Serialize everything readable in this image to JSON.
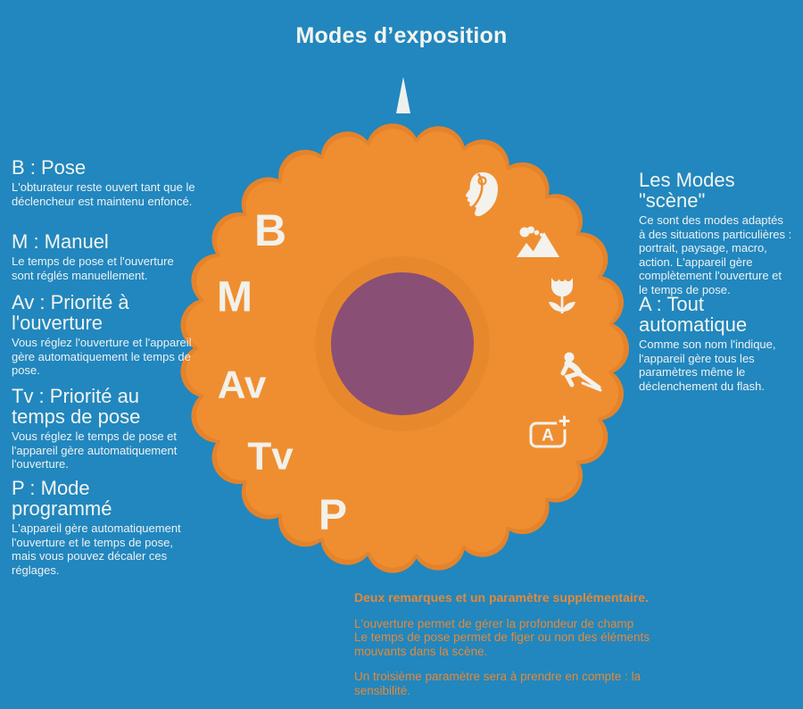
{
  "title": "Modes d’exposition",
  "colors": {
    "background": "#2187be",
    "dial_orange": "#ef8e31",
    "dial_rim_shadow": "#e5832b",
    "dial_center_purple": "#8a4f74",
    "text_white": "#eef1f3",
    "footer_orange": "#e5883a"
  },
  "dial": {
    "modes": [
      "B",
      "M",
      "Av",
      "Tv",
      "P"
    ],
    "scene_icons": [
      "portrait-icon",
      "landscape-icon",
      "macro-icon",
      "action-icon",
      "auto-icon"
    ],
    "auto_icon_label": "A"
  },
  "left_sections": [
    {
      "heading": "B : Pose",
      "body": "L'obturateur reste ouvert tant que le déclencheur est maintenu enfoncé."
    },
    {
      "heading": "M : Manuel",
      "body": "Le temps de pose et l'ouverture sont réglés manuellement."
    },
    {
      "heading": "Av : Priorité à l'ouverture",
      "body": "Vous réglez l'ouverture et l'appareil gère automatiquement le temps de pose."
    },
    {
      "heading": "Tv : Priorité au temps de pose",
      "body": "Vous réglez le temps de pose et l'appareil gère automatiquement l'ouverture."
    },
    {
      "heading": "P : Mode programmé",
      "body": "L'appareil gère automatiquement l'ouverture et le temps de pose, mais vous pouvez décaler ces réglages."
    }
  ],
  "right_sections": [
    {
      "heading": "Les Modes \"scène\"",
      "body": "Ce sont des modes adaptés à des situations particulières : portrait, paysage, macro, action. L'appareil gère complètement l'ouverture et le temps de pose."
    },
    {
      "heading": "A : Tout automatique",
      "body": "Comme son nom l'indique, l'appareil gère tous les paramètres même le déclenchement du flash."
    }
  ],
  "footer": {
    "lead": "Deux remarques et un paramètre supplémentaire.",
    "para1": "L'ouverture permet de gérer la profondeur de champ\nLe temps de pose permet de figer ou non des éléments mouvants dans la scène.",
    "para2": "Un troisième paramètre sera à prendre en compte : la sensibilité."
  }
}
